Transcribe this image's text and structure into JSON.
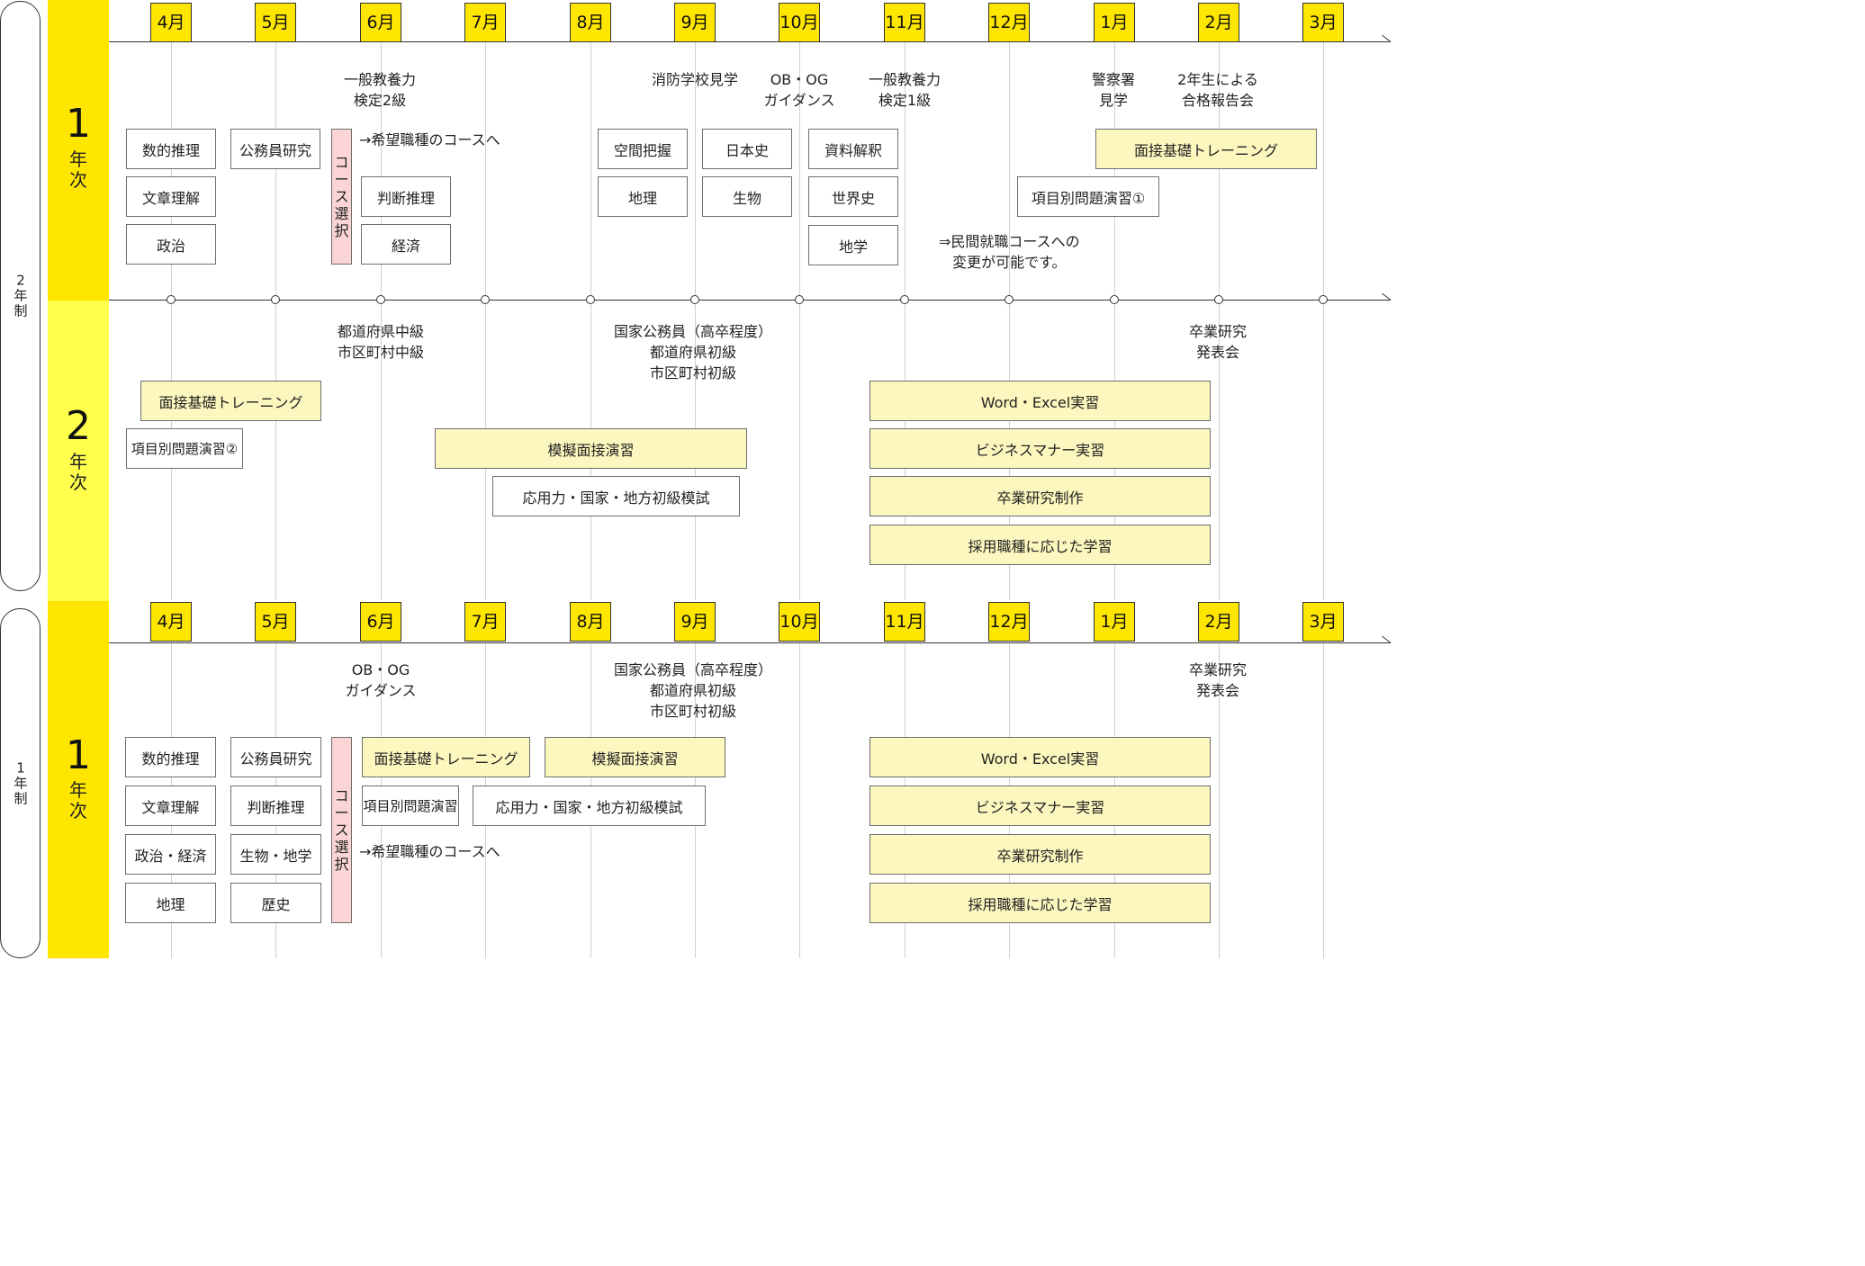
{
  "months": [
    "4月",
    "5月",
    "6月",
    "7月",
    "8月",
    "9月",
    "10月",
    "11月",
    "12月",
    "1月",
    "2月",
    "3月"
  ],
  "system_labels": {
    "two_year": "2\n年\n制",
    "one_year": "1\n年\n制"
  },
  "year_labels": {
    "top_first": {
      "num": "1",
      "txt": "年\n次"
    },
    "top_second": {
      "num": "2",
      "txt": "年\n次"
    },
    "bottom_first": {
      "num": "1",
      "txt": "年\n次"
    }
  },
  "colors": {
    "yellow_band": "#ffe600",
    "light_yellow_band": "#ffff4c",
    "box_yellow": "#fcf7be",
    "box_pink": "#fbd5d5"
  },
  "sec1": {
    "events": {
      "kentei2": "一般教養力\n検定2級",
      "shobo": "消防学校見学",
      "obog": "OB・OG\nガイダンス",
      "kentei1": "一般教養力\n検定1級",
      "keisatsu": "警察署\n見学",
      "hokoku": "2年生による\n合格報告会"
    },
    "boxes": {
      "suteki": "数的推理",
      "bunsho": "文章理解",
      "seiji": "政治",
      "komuin": "公務員研究",
      "course": "コ\nー\nス\n選\n択",
      "handan": "判断推理",
      "keizai": "経済",
      "kukan": "空間把握",
      "chiri": "地理",
      "nihonshi": "日本史",
      "seibutsu": "生物",
      "shiryo": "資料解釈",
      "sekaishi": "世界史",
      "chigaku": "地学",
      "mensetsu": "面接基礎トレーニング",
      "komoku1": "項目別問題演習①"
    },
    "notes": {
      "kibo": "→希望職種のコースへ",
      "minkan": "⇒民間就職コースへの\n変更が可能です。"
    }
  },
  "sec2": {
    "events": {
      "chukyu": "都道府県中級\n市区町村中級",
      "kokka": "国家公務員（高卒程度）\n都道府県初級\n市区町村初級",
      "sotsugyo": "卒業研究\n発表会"
    },
    "boxes": {
      "mensetsu": "面接基礎トレーニング",
      "komoku2": "項目別問題演習②",
      "mogi": "模擬面接演習",
      "oyo": "応用力・国家・地方初級模試",
      "word": "Word・Excel実習",
      "business": "ビジネスマナー実習",
      "seisaku": "卒業研究制作",
      "saiyo": "採用職種に応じた学習"
    }
  },
  "sec3": {
    "events": {
      "obog": "OB・OG\nガイダンス",
      "kokka": "国家公務員（高卒程度）\n都道府県初級\n市区町村初級",
      "sotsugyo": "卒業研究\n発表会"
    },
    "boxes": {
      "suteki": "数的推理",
      "bunsho": "文章理解",
      "seiji_keizai": "政治・経済",
      "chiri": "地理",
      "komuin": "公務員研究",
      "handan": "判断推理",
      "seibutsu_chigaku": "生物・地学",
      "rekishi": "歴史",
      "course": "コ\nー\nス\n選\n択",
      "mensetsu": "面接基礎トレーニング",
      "komoku": "項目別問題演習",
      "mogi": "模擬面接演習",
      "oyo": "応用力・国家・地方初級模試",
      "word": "Word・Excel実習",
      "business": "ビジネスマナー実習",
      "seisaku": "卒業研究制作",
      "saiyo": "採用職種に応じた学習"
    },
    "notes": {
      "kibo": "→希望職種のコースへ"
    }
  }
}
